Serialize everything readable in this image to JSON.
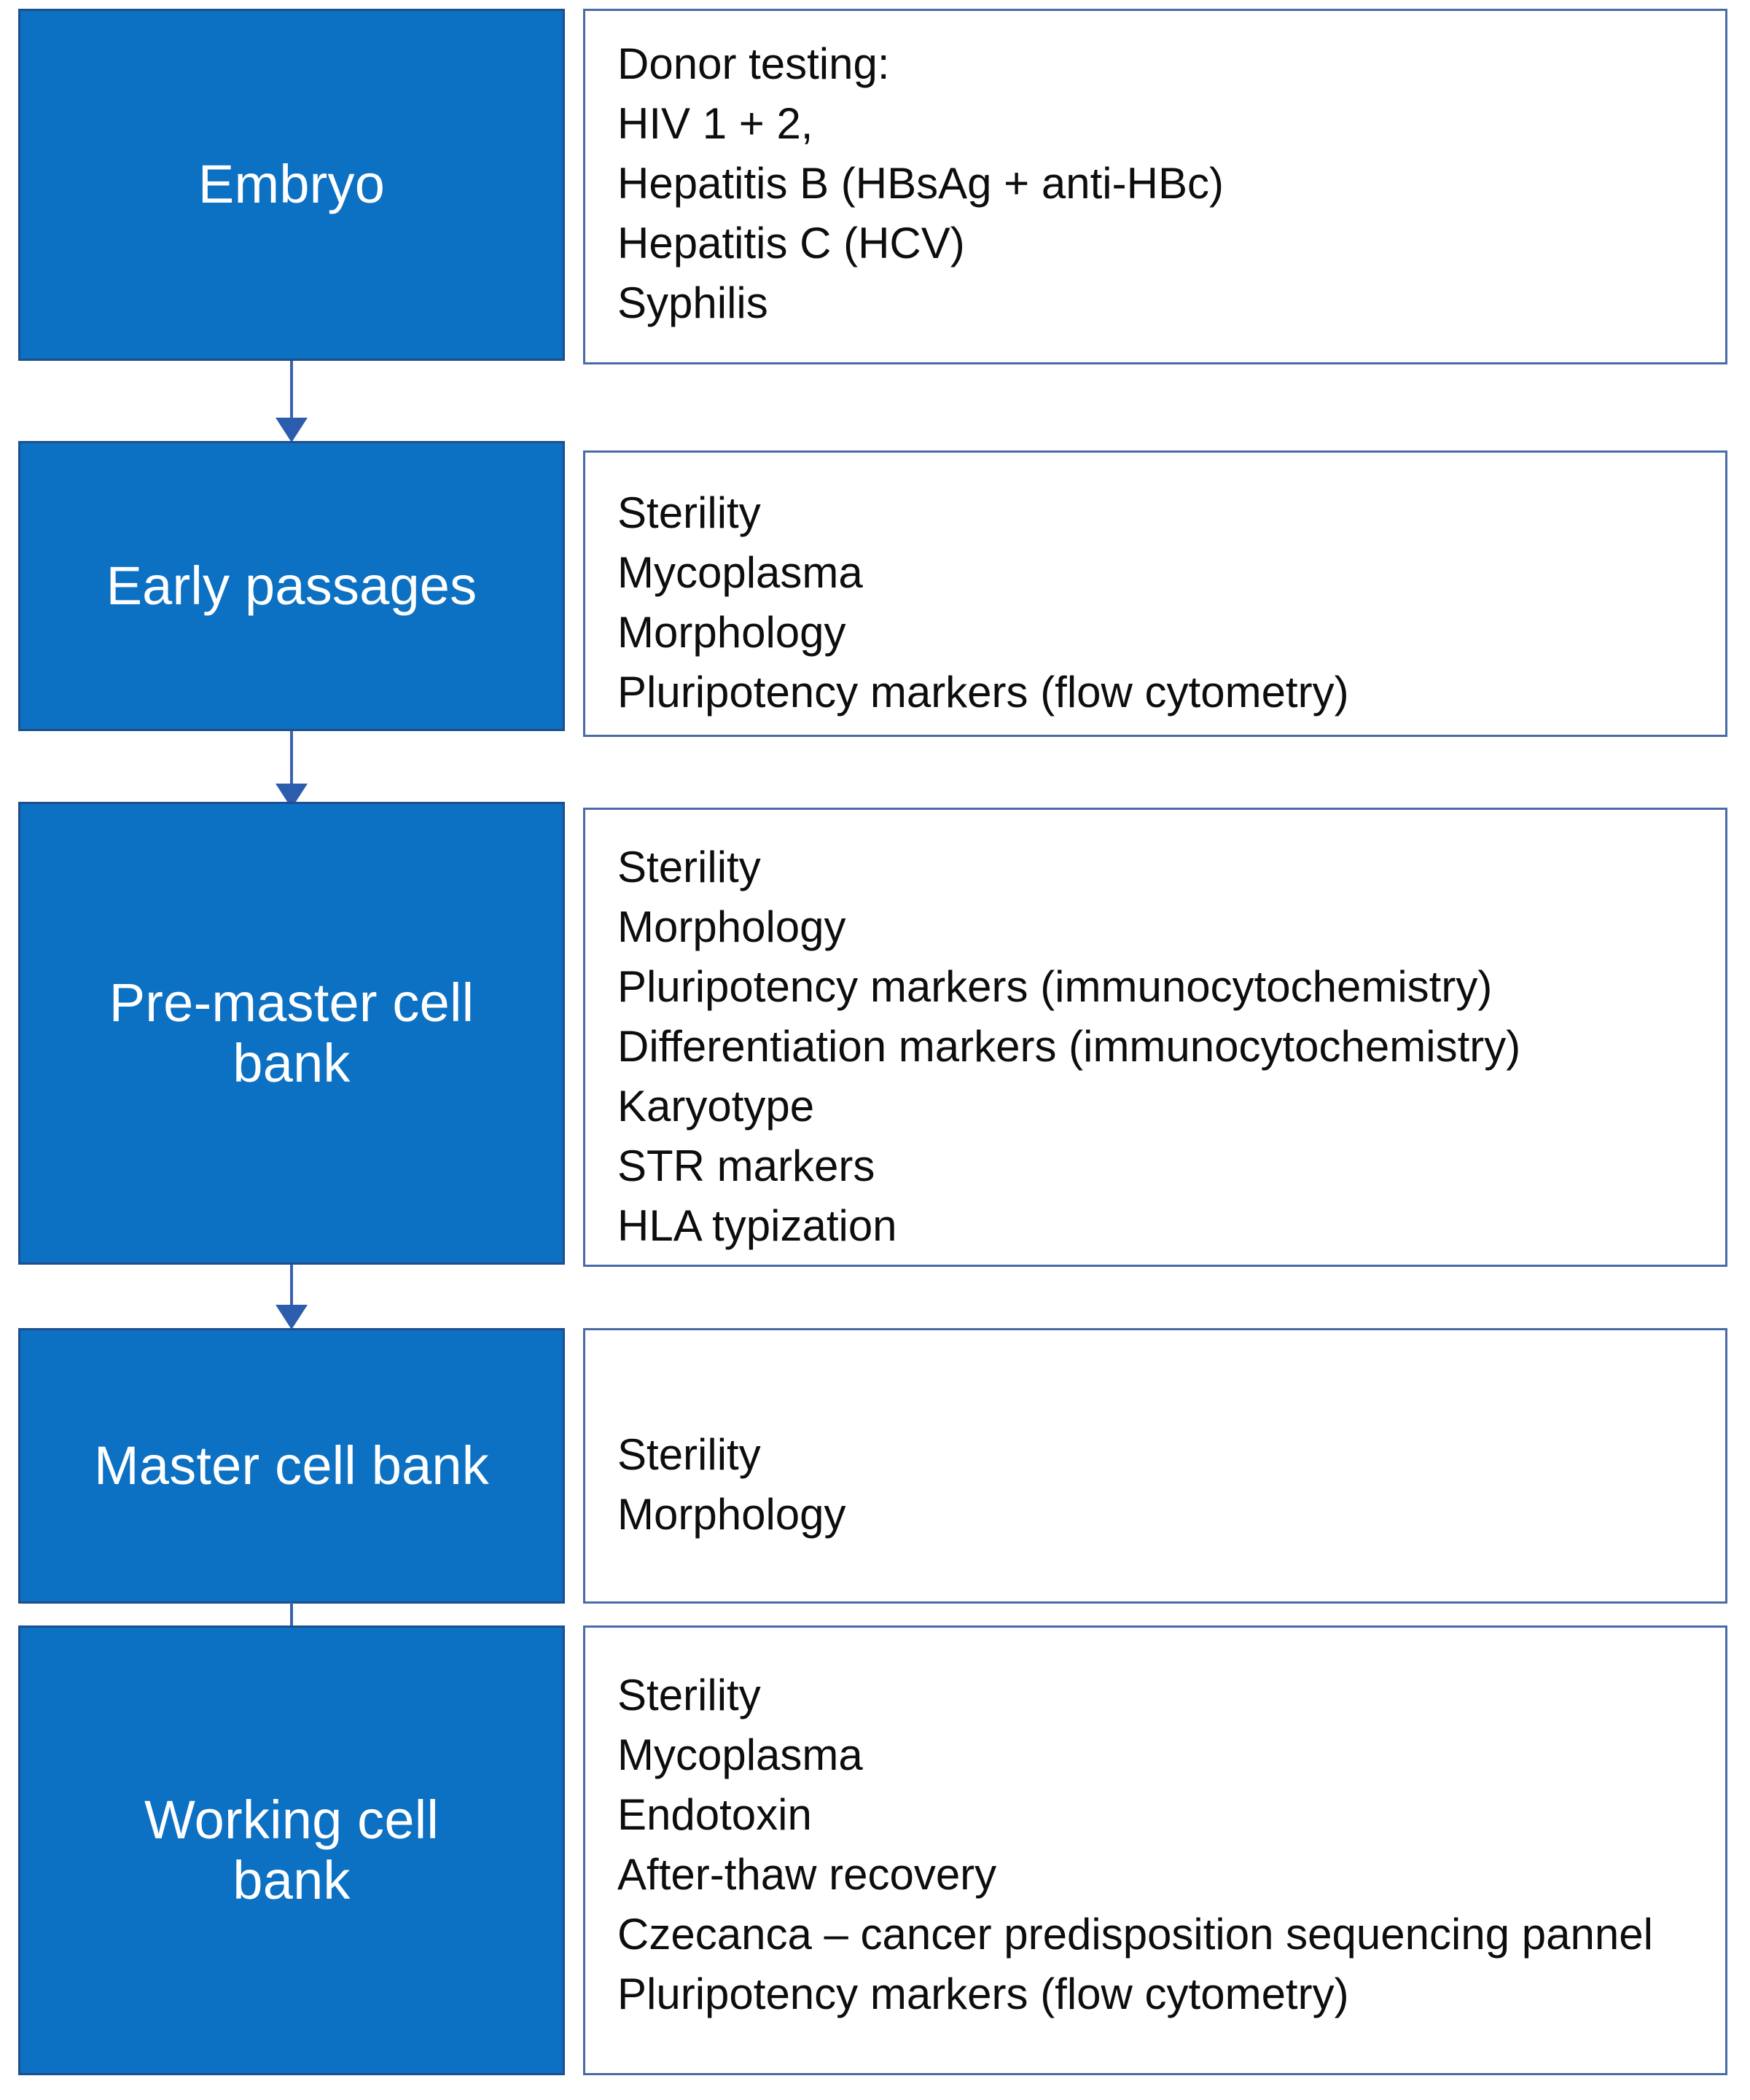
{
  "diagram": {
    "title": "Cell line banking quality control flowchart",
    "accent_blue": "#0C70C3",
    "box_border_blue": "#1F4E8C",
    "panel_border_blue": "#4A6BA5",
    "arrow_color": "#3A62AE",
    "text_color": "#0D0D0D",
    "stage_label_color": "#FFFFFF"
  },
  "stages": [
    {
      "id": "embryo",
      "label": "Embryo",
      "tests": [
        "Donor testing:",
        "HIV 1 + 2,",
        "Hepatitis B (HBsAg + anti-HBc)",
        "Hepatitis C (HCV)",
        "Syphilis"
      ]
    },
    {
      "id": "early-passages",
      "label": "Early passages",
      "tests": [
        "Sterility",
        "Mycoplasma",
        "Morphology",
        "Pluripotency markers (flow cytometry)"
      ]
    },
    {
      "id": "pre-master-cell-bank",
      "label": "Pre-master cell\nbank",
      "tests": [
        "Sterility",
        "Morphology",
        "Pluripotency markers (immunocytochemistry)",
        "Differentiation markers (immunocytochemistry)",
        "Karyotype",
        "STR markers",
        "HLA typization"
      ]
    },
    {
      "id": "master-cell-bank",
      "label": "Master cell bank",
      "tests": [
        "Sterility",
        "Morphology"
      ]
    },
    {
      "id": "working-cell-bank",
      "label": "Working cell\nbank",
      "tests": [
        "Sterility",
        "Mycoplasma",
        "Endotoxin",
        "After-thaw recovery",
        "Czecanca – cancer predisposition sequencing pannel",
        "Pluripotency markers (flow cytometry)"
      ]
    }
  ],
  "connectors": [
    {
      "id": "arrow-embryo-to-early-passages",
      "from": "embryo",
      "to": "early-passages"
    },
    {
      "id": "arrow-early-passages-to-pre-master",
      "from": "early-passages",
      "to": "pre-master-cell-bank"
    },
    {
      "id": "arrow-pre-master-to-master",
      "from": "pre-master-cell-bank",
      "to": "master-cell-bank"
    },
    {
      "id": "arrow-master-to-working",
      "from": "master-cell-bank",
      "to": "working-cell-bank"
    }
  ]
}
